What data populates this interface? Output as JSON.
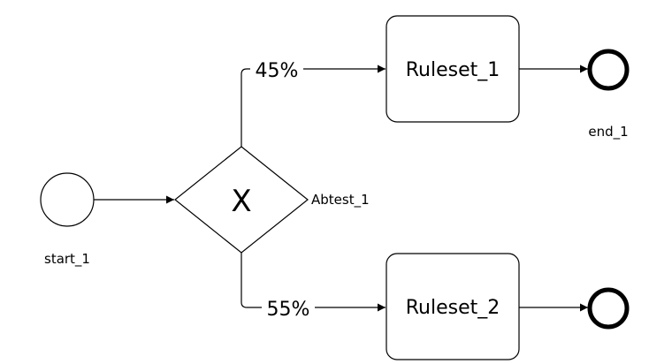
{
  "diagram": {
    "start": {
      "label": "start_1"
    },
    "gateway": {
      "symbol": "X",
      "label": "Abtest_1"
    },
    "branches": [
      {
        "percent": "45%",
        "task": "Ruleset_1",
        "end_label": "end_1"
      },
      {
        "percent": "55%",
        "task": "Ruleset_2",
        "end_label": ""
      }
    ]
  },
  "colors": {
    "stroke": "#000000",
    "fill": "#ffffff"
  }
}
